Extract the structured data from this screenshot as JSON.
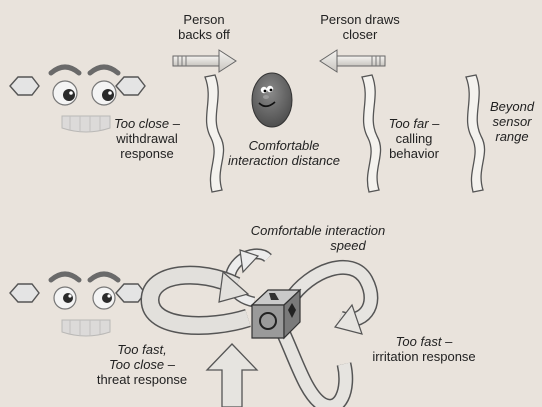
{
  "top_panel": {
    "person_backs_off": [
      "Person",
      "backs off"
    ],
    "person_draws_closer": [
      "Person draws",
      "closer"
    ],
    "too_close": [
      "Too close –",
      "withdrawal",
      "response"
    ],
    "comfortable_distance": [
      "Comfortable",
      "interaction distance"
    ],
    "too_far": [
      "Too far –",
      "calling",
      "behavior"
    ],
    "beyond_range": [
      "Beyond",
      "sensor",
      "range"
    ]
  },
  "bottom_panel": {
    "comfortable_speed": [
      "Comfortable interaction",
      "speed"
    ],
    "too_fast_close": [
      "Too fast,",
      "Too close –",
      "threat response"
    ],
    "too_fast_irritation": [
      "Too fast –",
      "irritation response"
    ]
  }
}
